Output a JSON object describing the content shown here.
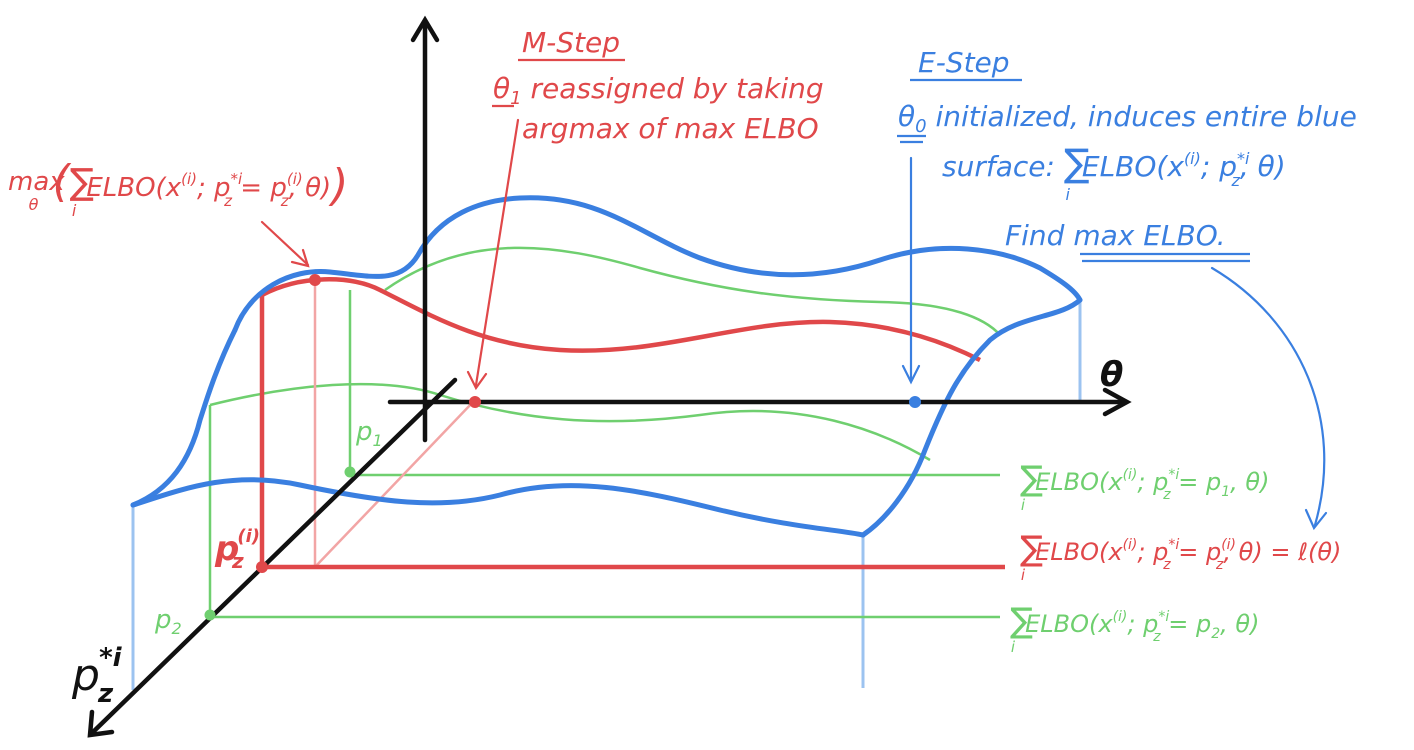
{
  "colors": {
    "red": "#e0484a",
    "blue": "#3a7fe0",
    "green": "#6fcf6f",
    "light_red": "#f2a5a5",
    "light_blue": "#9cc3f0",
    "black": "#111111"
  },
  "axes": {
    "theta_label": "θ",
    "pz_label": "p",
    "pz_sub": "z",
    "pz_sup": "*i"
  },
  "mstep": {
    "title": "M-Step",
    "line1_theta": "θ",
    "line1_sub": "1",
    "line1_rest": " reassigned by taking",
    "line2": "argmax of max ELBO"
  },
  "estep": {
    "title": "E-Step",
    "line1_theta": "θ",
    "line1_sub": "0",
    "line1_rest": " initialized, induces entire blue",
    "line2_prefix": "surface: ",
    "line2_sum": "∑",
    "line2_sub": "i",
    "line2_expr": "ELBO(x",
    "line2_sup": "(i)",
    "line2_mid": "; p",
    "line2_mid_sup": "*i",
    "line2_mid_sub": "z",
    "line2_end": ", θ)",
    "line3_prefix": "Find ",
    "line3_underlined": "max ELBO",
    "line3_end": "."
  },
  "max_label": {
    "max": "max",
    "max_sub": "θ",
    "open": "(",
    "sum": "∑",
    "sum_sub": "i",
    "expr": "ELBO(x",
    "sup": "(i)",
    "mid": "; p",
    "mid_sup": "*i",
    "mid_sub": "z",
    "eq": " = p",
    "eq_sup": "(i)",
    "eq_sub": "z",
    "end": ", θ)",
    "close": ")"
  },
  "point_labels": {
    "p1": "p",
    "p1_sub": "1",
    "p2": "p",
    "p2_sub": "2",
    "pzi": "p",
    "pzi_sup": "(i)",
    "pzi_sub": "z"
  },
  "right_labels": {
    "sum": "∑",
    "sum_sub": "i",
    "expr": "ELBO(x",
    "sup": "(i)",
    "mid": "; p",
    "mid_sup": "*i",
    "mid_sub": "z",
    "eq_p": " = p",
    "p1_sub": "1",
    "pzi_sup": "(i)",
    "pzi_sub": "z",
    "end": ", θ)",
    "ell": " = ℓ(θ)",
    "p2_sub": "2"
  }
}
